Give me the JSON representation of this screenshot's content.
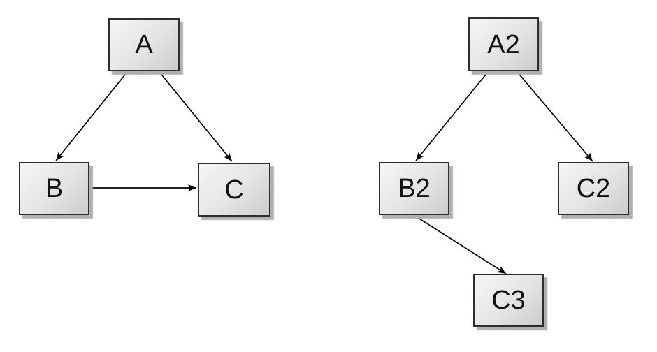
{
  "diagram": {
    "type": "directed-graph",
    "background_color": "#ffffff",
    "node_style": {
      "fill_light": "#f6f6f6",
      "fill_dark": "#cccccc",
      "border_color": "#2e2e2e",
      "shadow_color": "#b0b0b0",
      "text_color": "#111111"
    },
    "edge_style": {
      "color": "#000000",
      "arrowhead": "filled-stealth"
    },
    "graphs": [
      {
        "name": "left-graph",
        "nodes": [
          {
            "id": "A",
            "label": "A"
          },
          {
            "id": "B",
            "label": "B"
          },
          {
            "id": "C",
            "label": "C"
          }
        ],
        "edges": [
          {
            "from": "A",
            "to": "B"
          },
          {
            "from": "A",
            "to": "C"
          },
          {
            "from": "B",
            "to": "C"
          }
        ]
      },
      {
        "name": "right-graph",
        "nodes": [
          {
            "id": "A2",
            "label": "A2"
          },
          {
            "id": "B2",
            "label": "B2"
          },
          {
            "id": "C2",
            "label": "C2"
          },
          {
            "id": "C3",
            "label": "C3"
          }
        ],
        "edges": [
          {
            "from": "A2",
            "to": "B2"
          },
          {
            "from": "A2",
            "to": "C2"
          },
          {
            "from": "B2",
            "to": "C3"
          }
        ]
      }
    ]
  }
}
